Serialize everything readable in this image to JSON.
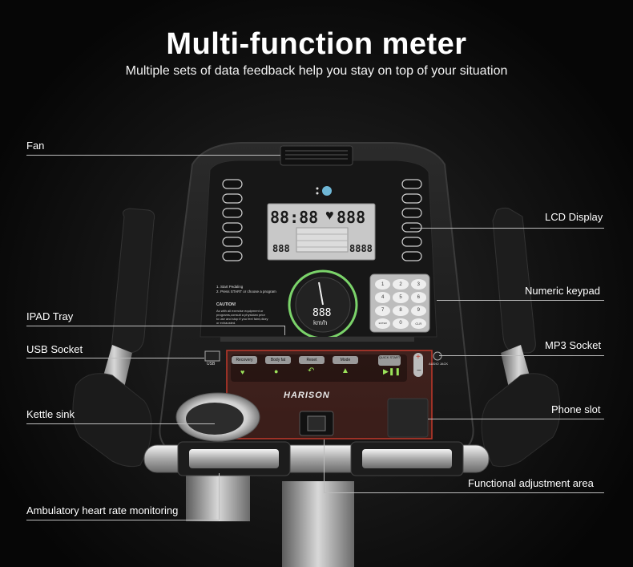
{
  "header": {
    "title": "Multi-function meter",
    "subtitle": "Multiple sets of data feedback help you stay on top of your situation"
  },
  "callouts": {
    "fan": "Fan",
    "lcd_display": "LCD Display",
    "numeric_keypad": "Numeric keypad",
    "ipad_tray": "IPAD Tray",
    "usb_socket": "USB Socket",
    "mp3_socket": "MP3 Socket",
    "kettle_sink": "Kettle sink",
    "phone_slot": "Phone slot",
    "functional_adjustment_area": "Functional adjustment area",
    "heart_rate_monitoring": "Ambulatory heart rate monitoring"
  },
  "console": {
    "lcd_left": "88:88",
    "lcd_right": "888",
    "lcd_small_1": "888",
    "lcd_small_2": "8888",
    "speed_value": "888",
    "speed_unit": "km/h",
    "instructions": [
      "1. Start Pedaling",
      "2. Press START or choose a program"
    ],
    "caution_title": "CAUTION!",
    "caution_text": [
      "As with all exercise equipment or",
      "programs,consult a physician prior",
      "to use and stop if you feel faint,dizzy",
      "or exhausted."
    ],
    "usb_label": "USB",
    "audio_label": "AUDIO JACK",
    "brand": "HARISON",
    "buttons": [
      "Recovery",
      "Body fat",
      "Reset",
      "Mode",
      "QUICK START"
    ],
    "keypad_keys": [
      "1",
      "2",
      "3",
      "4",
      "5",
      "6",
      "7",
      "8",
      "9",
      "ENTER",
      "0",
      "CLR"
    ]
  },
  "colors": {
    "accent_highlight": "#c0392b",
    "lcd_background": "#c8c8c8",
    "speedometer_ring": "#7bd36a",
    "button_icon": "#9be35a"
  }
}
